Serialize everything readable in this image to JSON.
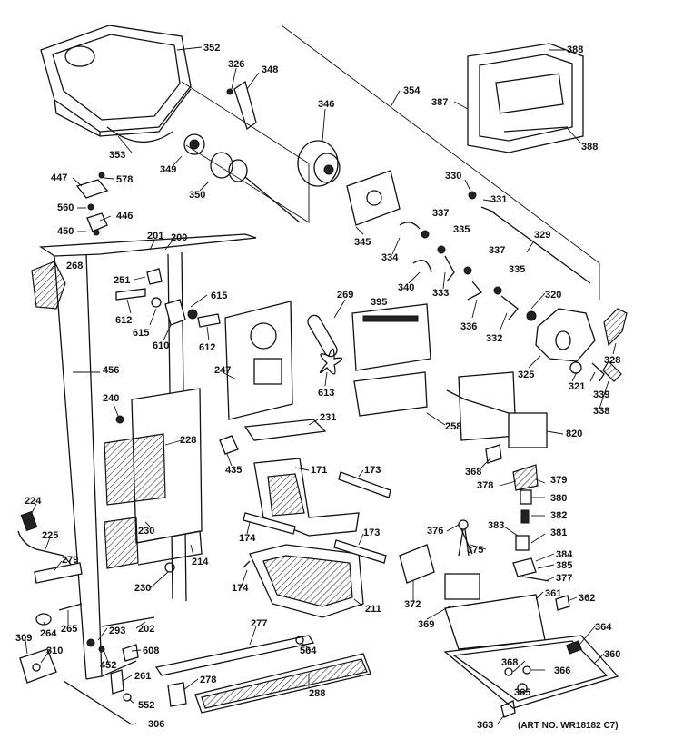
{
  "callouts": {
    "c352": "352",
    "c326": "326",
    "c348": "348",
    "c354": "354",
    "c346": "346",
    "c388a": "388",
    "c387": "387",
    "c388b": "388",
    "c353": "353",
    "c349": "349",
    "c350": "350",
    "c447": "447",
    "c578": "578",
    "c560": "560",
    "c446": "446",
    "c450": "450",
    "c201": "201",
    "c200": "200",
    "c330": "330",
    "c331": "331",
    "c337a": "337",
    "c335a": "335",
    "c329": "329",
    "c345": "345",
    "c334": "334",
    "c268": "268",
    "c251": "251",
    "c615a": "615",
    "c269": "269",
    "c395": "395",
    "c337b": "337",
    "c335b": "335",
    "c340": "340",
    "c333": "333",
    "c320": "320",
    "c612a": "612",
    "c615b": "615",
    "c610": "610",
    "c612b": "612",
    "c336": "336",
    "c332": "332",
    "c328": "328",
    "c456": "456",
    "c247": "247",
    "c613": "613",
    "c325": "325",
    "c321": "321",
    "c339": "339",
    "c338": "338",
    "c240": "240",
    "c231": "231",
    "c258": "258",
    "c820": "820",
    "c228": "228",
    "c435": "435",
    "c171": "171",
    "c173a": "173",
    "c368a": "368",
    "c378": "378",
    "c379": "379",
    "c224": "224",
    "c380": "380",
    "c230a": "230",
    "c174a": "174",
    "c382": "382",
    "c376": "376",
    "c383": "383",
    "c381": "381",
    "c225": "225",
    "c173b": "173",
    "c375": "375",
    "c214": "214",
    "c279": "279",
    "c384": "384",
    "c385": "385",
    "c230b": "230",
    "c174b": "174",
    "c377": "377",
    "c361": "361",
    "c372": "372",
    "c362": "362",
    "c211": "211",
    "c264": "264",
    "c265": "265",
    "c293": "293",
    "c202": "202",
    "c277": "277",
    "c369": "369",
    "c364": "364",
    "c309": "309",
    "c310": "310",
    "c608": "608",
    "c564": "564",
    "c452": "452",
    "c360": "360",
    "c261": "261",
    "c368b": "368",
    "c366": "366",
    "c278": "278",
    "c552": "552",
    "c288": "288",
    "c365": "365",
    "c306": "306",
    "c363": "363"
  },
  "art_number": "(ART NO. WR18182 C7)"
}
